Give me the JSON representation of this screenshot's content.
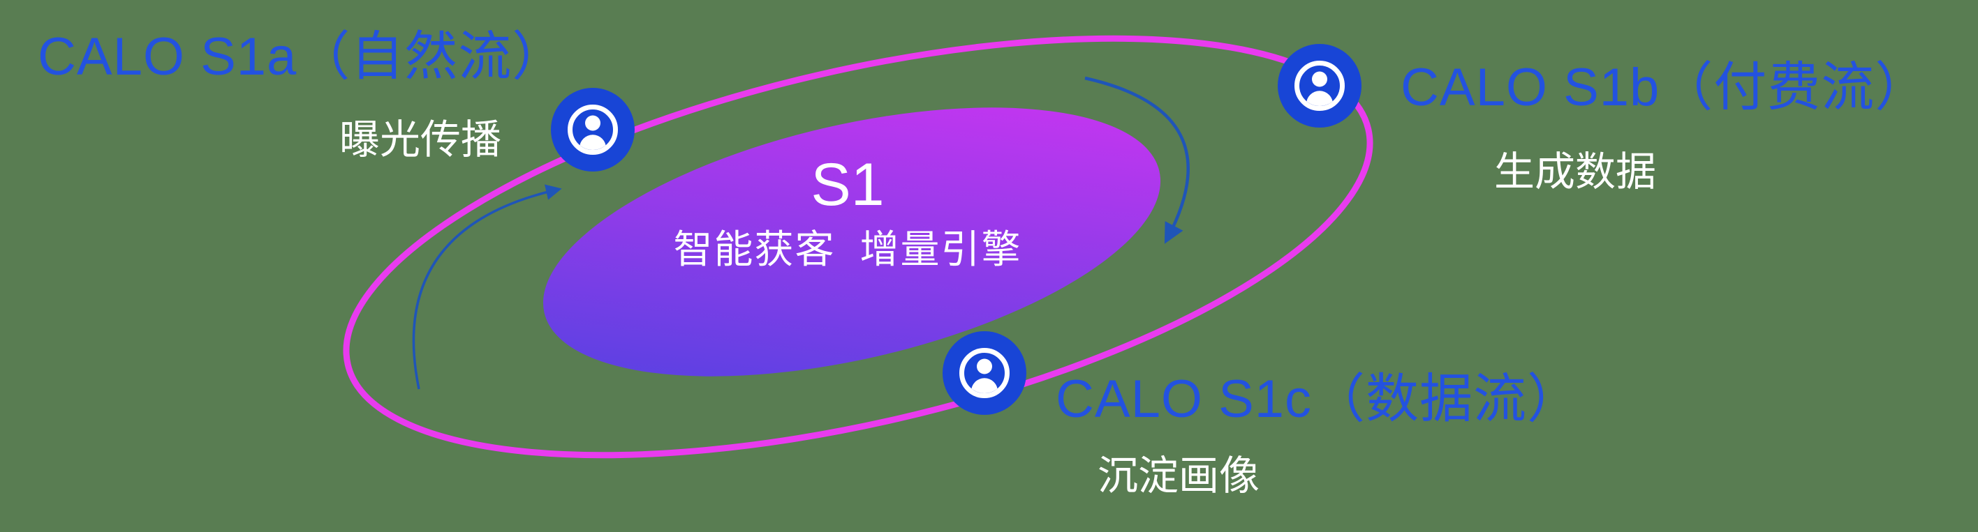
{
  "colors": {
    "background": "#597d52",
    "orbit": "#e93bef",
    "node": "#1845d6",
    "label": "#2352e0",
    "sublabel": "#ffffff",
    "core_text": "#ffffff",
    "gradient_start": "#4b43e0",
    "gradient_end": "#d434f2",
    "arrow": "#1f55b8"
  },
  "core": {
    "title": "S1",
    "subtitle": "智能获客  增量引擎"
  },
  "nodes": [
    {
      "id": "s1a",
      "label": "CALO S1a（自然流）",
      "sublabel": "曝光传播",
      "icon": "user-icon"
    },
    {
      "id": "s1b",
      "label": "CALO S1b（付费流）",
      "sublabel": "生成数据",
      "icon": "user-icon"
    },
    {
      "id": "s1c",
      "label": "CALO S1c（数据流）",
      "sublabel": "沉淀画像",
      "icon": "user-icon"
    }
  ]
}
